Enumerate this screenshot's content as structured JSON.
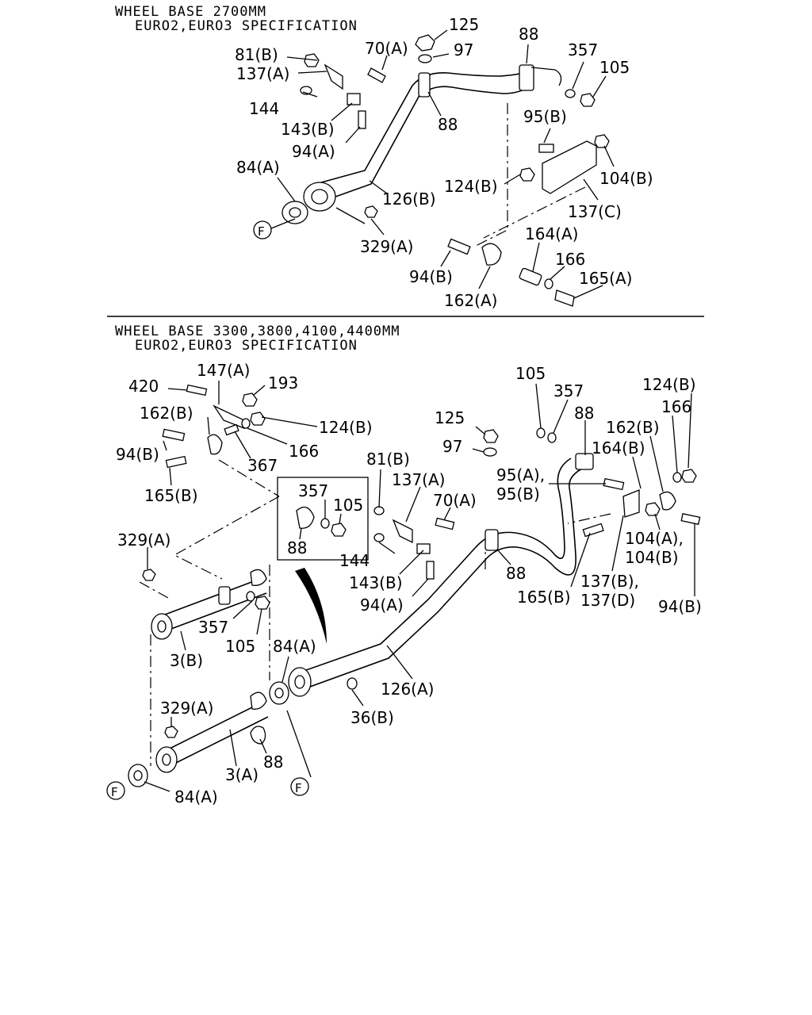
{
  "sections": [
    {
      "title": "WHEEL BASE 2700MM",
      "subtitle": "EURO2,EURO3 SPECIFICATION"
    },
    {
      "title": "WHEEL BASE 3300,3800,4100,4400MM",
      "subtitle": "EURO2,EURO3 SPECIFICATION"
    }
  ],
  "callouts_top": [
    "125",
    "97",
    "70(A)",
    "81(B)",
    "88",
    "357",
    "105",
    "137(A)",
    "144",
    "143(B)",
    "88",
    "95(B)",
    "94(A)",
    "84(A)",
    "104(B)",
    "124(B)",
    "126(B)",
    "137(C)",
    "329(A)",
    "164(A)",
    "166",
    "94(B)",
    "165(A)",
    "162(A)",
    "F"
  ],
  "callouts_bottom": [
    "147(A)",
    "193",
    "420",
    "124(B)",
    "162(B)",
    "166",
    "94(B)",
    "367",
    "165(B)",
    "125",
    "97",
    "105",
    "357",
    "124(B)",
    "88",
    "166",
    "162(B)",
    "164(B)",
    "81(B)",
    "137(A)",
    "95(A),",
    "95(B)",
    "70(A)",
    "357",
    "105",
    "88",
    "329(A)",
    "144",
    "88",
    "143(B)",
    "94(A)",
    "104(A),",
    "104(B)",
    "165(B)",
    "137(B),",
    "137(D)",
    "94(B)",
    "357",
    "105",
    "3(B)",
    "84(A)",
    "126(A)",
    "36(B)",
    "329(A)",
    "88",
    "3(A)",
    "84(A)",
    "F",
    "F"
  ]
}
